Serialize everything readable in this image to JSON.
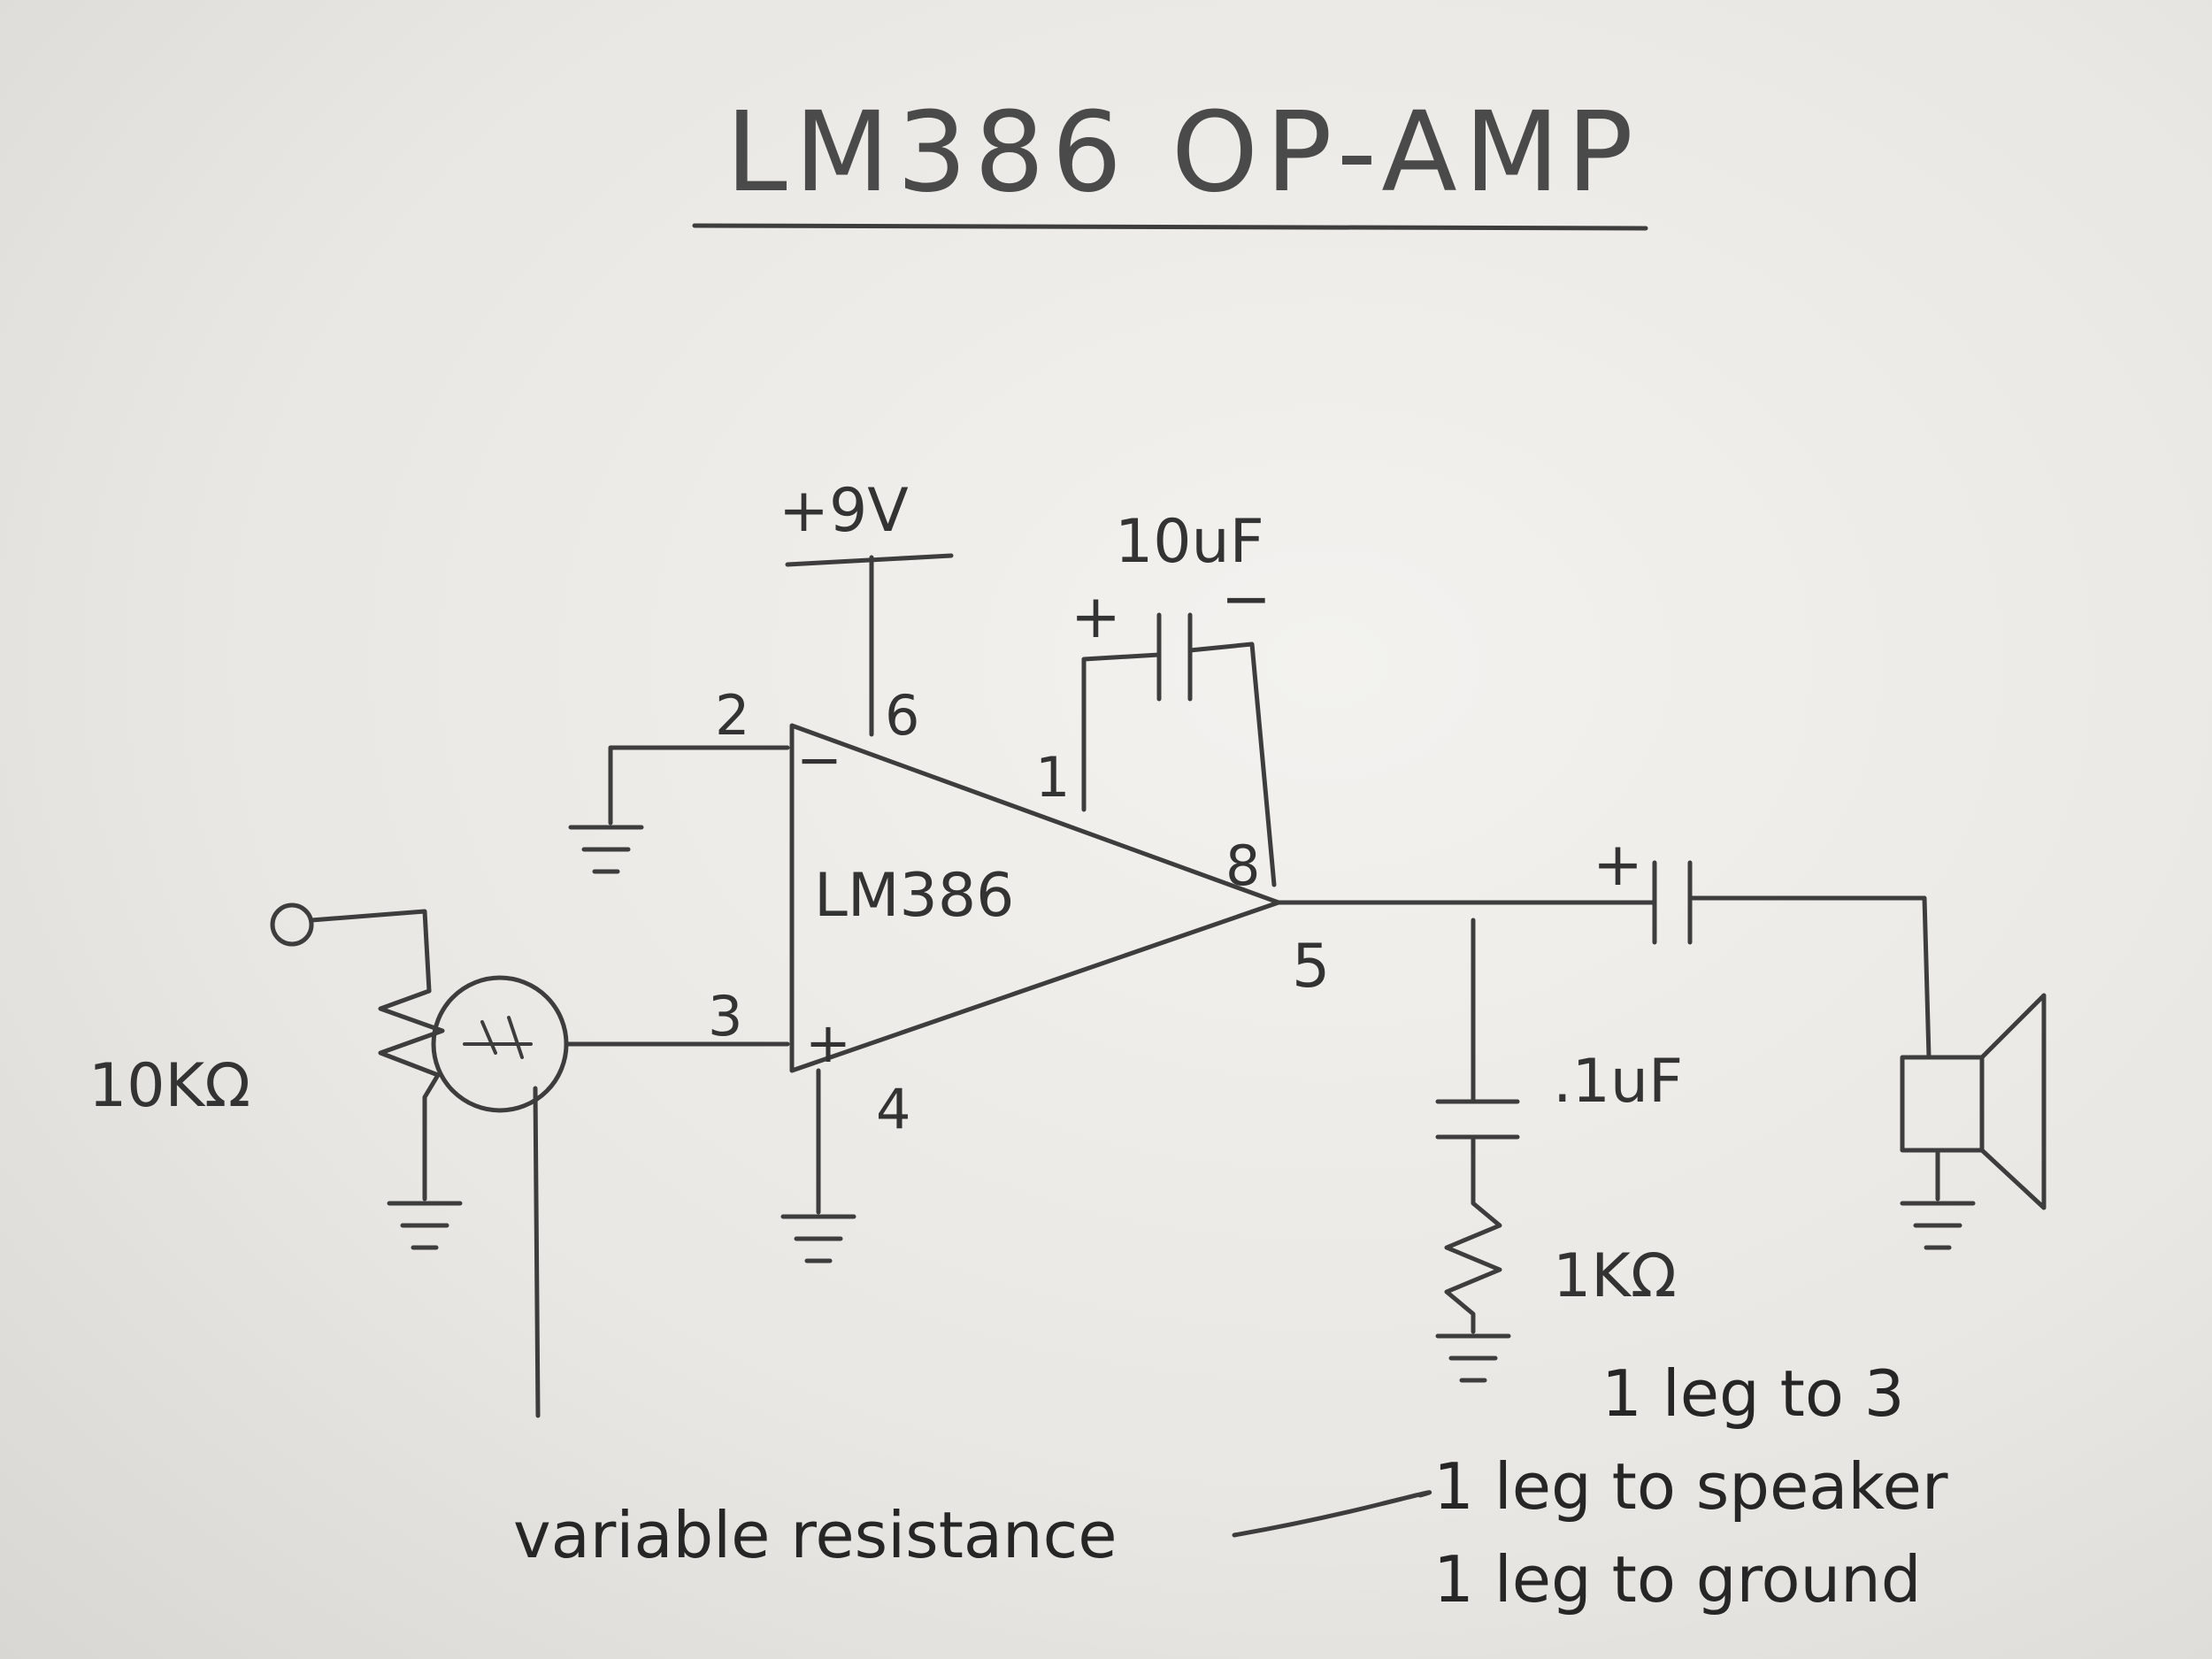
{
  "title": "LM386 OP-AMP",
  "chip": {
    "label": "LM386",
    "minus": "−",
    "plus": "+"
  },
  "pins": {
    "p1": "1",
    "p2": "2",
    "p3": "3",
    "p4": "4",
    "p5": "5",
    "p6": "6",
    "p8": "8"
  },
  "components": {
    "supply": "+9V",
    "gain_cap": "10uF",
    "gain_cap_plus": "+",
    "gain_cap_minus": "−",
    "input_pot": "10KΩ",
    "filter_cap": ".1uF",
    "filter_res": "1KΩ",
    "output_cap_plus": "+"
  },
  "notes": {
    "variable": "variable resistance",
    "leg1": "1 leg to 3",
    "leg2": "1 leg to speaker",
    "leg3": "1 leg to ground"
  },
  "colors": {
    "ink": "#3d3d3d",
    "paper": "#eeede9"
  }
}
